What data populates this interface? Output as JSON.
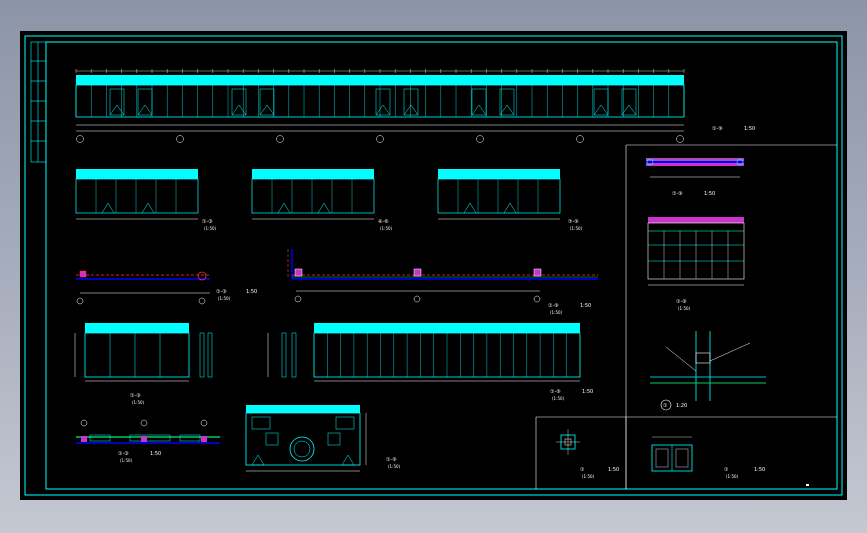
{
  "sheet": {
    "background": "#000000",
    "colors": {
      "border": "#00ffff",
      "panel": "#00ffff",
      "beam": "#0000ff",
      "axis_line": "#ff3333",
      "column": "#cc33cc",
      "rebar": "#00cc66",
      "text": "#ffffff"
    }
  },
  "views": {
    "main_title": {
      "code": "①-⑨",
      "scale": "1:50"
    },
    "wall_titles": [
      {
        "code": "①-③",
        "sub": "(1:50)"
      },
      {
        "code": "④-⑥",
        "sub": "(1:50)"
      },
      {
        "code": "⑦-⑨",
        "sub": "(1:50)"
      }
    ],
    "plan_title_left": {
      "code": "①-③",
      "sub": "(1:50)",
      "scale": "1:50"
    },
    "plan_title_right": {
      "code": "①-⑨",
      "sub": "(1:50)",
      "scale": "1:50"
    },
    "elev_left_title": {
      "code": "①-③",
      "sub": "(1:50)"
    },
    "elev_right_title": {
      "code": "①-⑨",
      "sub": "(1:50)",
      "scale": "1:50"
    },
    "beam_title": {
      "code": "①-③",
      "sub": "(1:50)",
      "scale": "1:50"
    },
    "frame_title": {
      "code": "①-⑨",
      "sub": "(1:50)"
    },
    "right_top_title": {
      "code": "①-⑨",
      "scale": "1:50"
    },
    "right_section_title": {
      "code": "①-⑨",
      "sub": "(1:50)"
    },
    "node_title": {
      "code": "①",
      "scale": "1:20"
    },
    "small_detail_title": {
      "code": "①",
      "sub": "(1:50)",
      "scale": "1:50"
    },
    "box_detail_title": {
      "code": "①",
      "sub": "(1:50)",
      "scale": "1:50"
    }
  },
  "grid_axes": [
    "①",
    "②",
    "③",
    "④",
    "⑤",
    "⑥",
    "⑦"
  ]
}
